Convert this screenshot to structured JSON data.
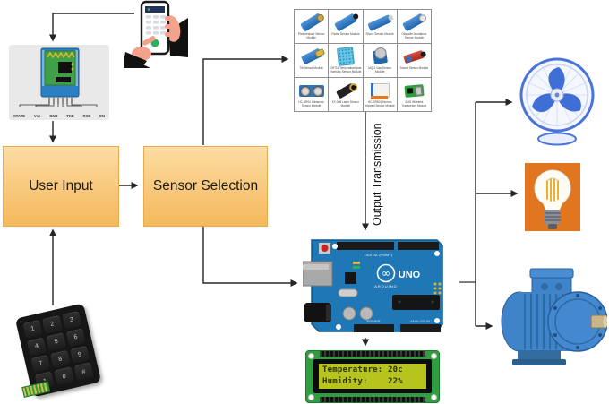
{
  "colors": {
    "box_fill_top": "#fcdda3",
    "box_fill_bottom": "#f5b95c",
    "box_border": "#e9a94e",
    "connector_line": "#262626",
    "arduino_board": "#1f77b5",
    "lcd_screen": "#b6c41d",
    "lcd_pcb": "#2f9e41",
    "bulb_background": "#e0761f",
    "motor_blue": "#3f83c9"
  },
  "flow": {
    "user_input": "User Input",
    "sensor_selection": "Sensor Selection",
    "output_transmission": "Output Transmission"
  },
  "bluetooth": {
    "pins": [
      "STATE",
      "Vcc",
      "GND",
      "TXD",
      "RXD",
      "EN"
    ]
  },
  "sensor_grid": {
    "captions": [
      "Photoresistor Sensor Module",
      "Flame Sensor Module",
      "Shock Sensor Module",
      "Obstacle Avoidance Sensor Module",
      "Tilt Sensor Module",
      "DHT11 Temperature and Humidity Sensor Module",
      "MQ-2 Gas Sensor Module",
      "Sound Sensor Module",
      "HC-SR04 Ultrasonic Sensor Module",
      "KY-008 Laser Sensor Module",
      "HC-SR501 Human Infrared Sensor Module",
      "2.4G Wireless Transceiver Module"
    ]
  },
  "keypad": {
    "keys": [
      "1",
      "2",
      "3",
      "4",
      "5",
      "6",
      "7",
      "8",
      "9",
      "*",
      "0",
      "#"
    ]
  },
  "arduino": {
    "digital_label": "DIGITAL (PWM~)",
    "brand": "ARDUINO",
    "model": "UNO",
    "logo": "∞",
    "power_label": "POWER",
    "analog_label": "ANALOG IN"
  },
  "lcd": {
    "line1": "Temperature: 20c",
    "line2": "Humidity:    22%"
  }
}
